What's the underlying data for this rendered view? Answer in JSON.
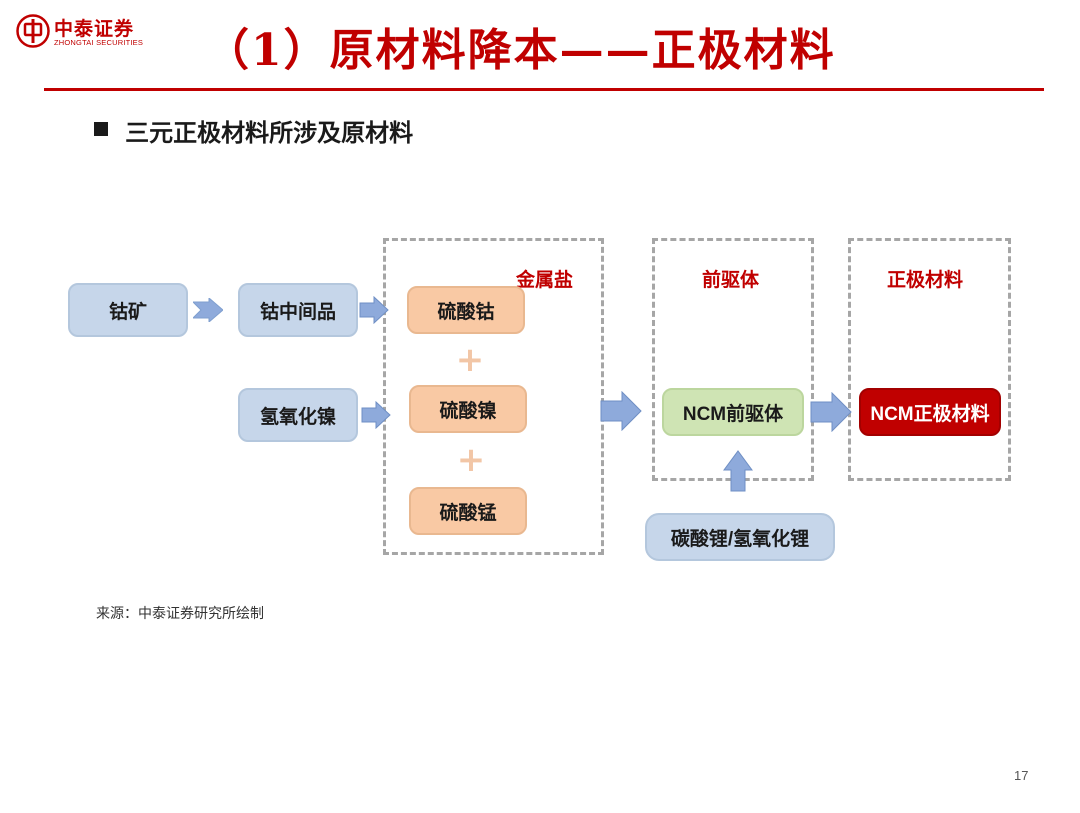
{
  "brand": {
    "name_cn": "中泰证券",
    "name_en": "ZHONGTAI SECURITIES",
    "color": "#c00000"
  },
  "title": "（1）原材料降本——正极材料",
  "subtitle": "三元正极材料所涉及原材料",
  "groups": {
    "metal_salts": "金属盐",
    "precursor": "前驱体",
    "cathode": "正极材料"
  },
  "nodes": {
    "cobalt_ore": "钴矿",
    "cobalt_intermediate": "钴中间品",
    "nickel_hydroxide": "氢氧化镍",
    "cobalt_sulfate": "硫酸钴",
    "nickel_sulfate": "硫酸镍",
    "manganese_sulfate": "硫酸锰",
    "ncm_precursor": "NCM前驱体",
    "ncm_cathode": "NCM正极材料",
    "lithium_source": "碳酸锂/氢氧化锂"
  },
  "plus_signs": [
    "+",
    "+"
  ],
  "colors": {
    "accent_red": "#c00000",
    "node_blue": "#c6d6ea",
    "node_orange": "#f9c9a4",
    "node_green": "#cfe4b4",
    "arrow_blue": "#8eaadb",
    "dashed_gray": "#a6a6a6"
  },
  "source": "来源：中泰证券研究所绘制",
  "page_number": "17"
}
